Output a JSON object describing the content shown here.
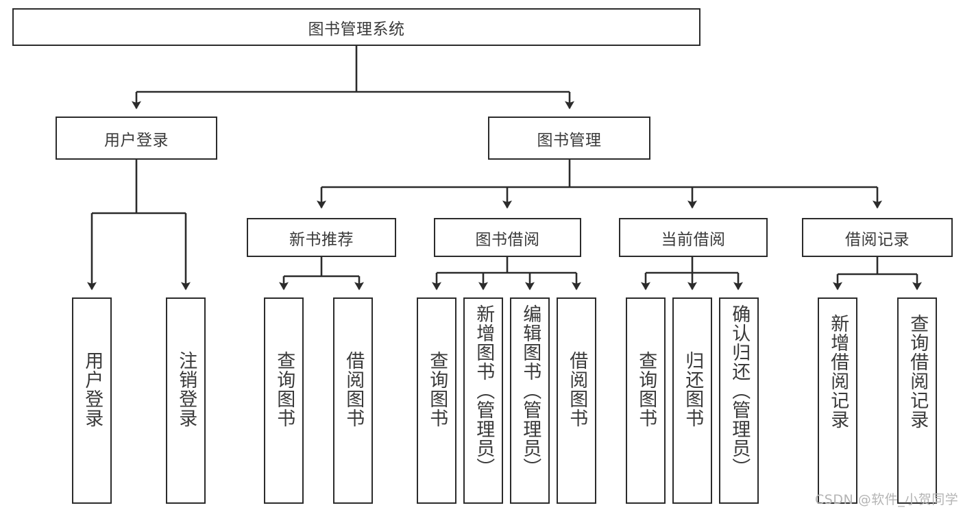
{
  "diagram": {
    "title": "图书管理系统",
    "type": "tree-hierarchy-chart",
    "root": {
      "label": "图书管理系统"
    },
    "level2": [
      {
        "label": "用户登录"
      },
      {
        "label": "图书管理"
      }
    ],
    "level3": [
      {
        "label": "新书推荐"
      },
      {
        "label": "图书借阅"
      },
      {
        "label": "当前借阅"
      },
      {
        "label": "借阅记录"
      }
    ],
    "leaves": [
      {
        "label": "用户登录",
        "parent": "用户登录"
      },
      {
        "label": "注销登录",
        "parent": "用户登录"
      },
      {
        "label": "查询图书",
        "parent": "新书推荐"
      },
      {
        "label": "借阅图书",
        "parent": "新书推荐"
      },
      {
        "label": "查询图书",
        "parent": "图书借阅"
      },
      {
        "label": "新增图书（管理员）",
        "parent": "图书借阅"
      },
      {
        "label": "编辑图书（管理员）",
        "parent": "图书借阅"
      },
      {
        "label": "借阅图书",
        "parent": "图书借阅"
      },
      {
        "label": "查询图书",
        "parent": "当前借阅"
      },
      {
        "label": "归还图书",
        "parent": "当前借阅"
      },
      {
        "label": "确认归还（管理员）",
        "parent": "当前借阅"
      },
      {
        "label": "新增借阅记录",
        "parent": "借阅记录"
      },
      {
        "label": "查询借阅记录",
        "parent": "借阅记录"
      }
    ],
    "watermark": "CSDN @软件_小贺同学",
    "colors": {
      "border": "#2b2b2b",
      "text": "#3a3a3a",
      "background": "#ffffff",
      "watermark": "#b4b4b4"
    }
  }
}
